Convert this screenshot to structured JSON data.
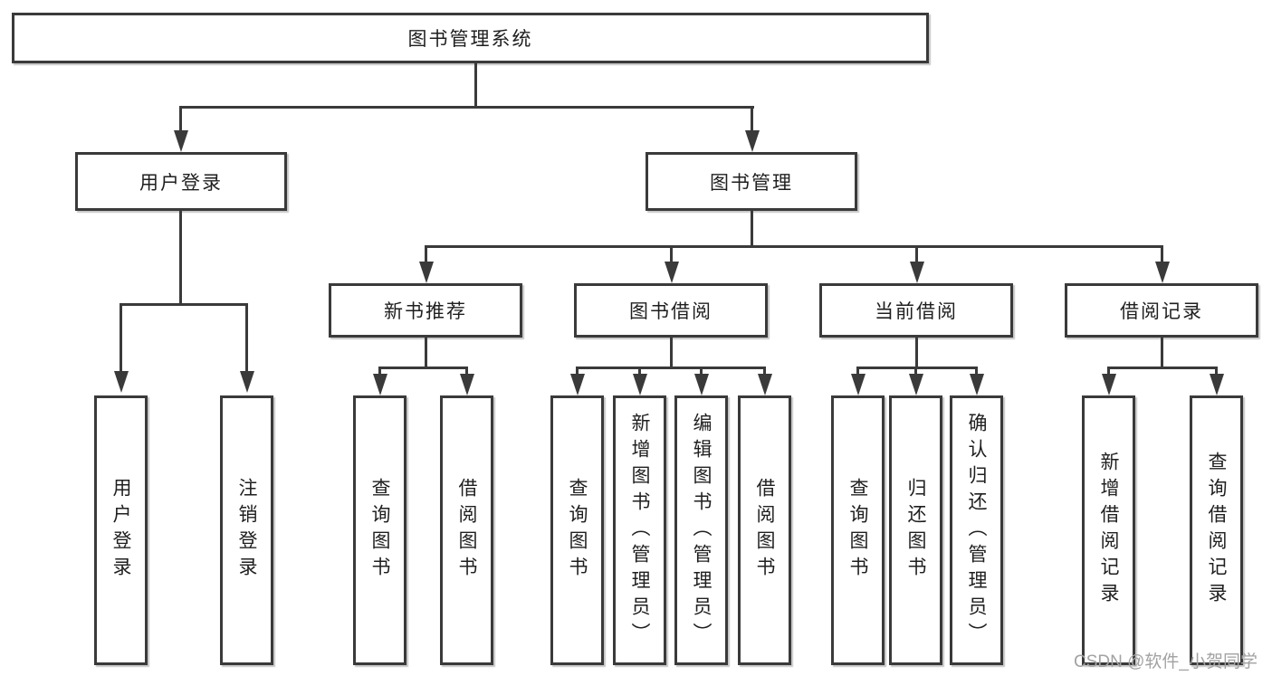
{
  "diagram": {
    "title": "图书管理系统",
    "branches": [
      {
        "label": "用户登录",
        "children": [
          "用户登录",
          "注销登录"
        ]
      },
      {
        "label": "图书管理",
        "modules": [
          {
            "label": "新书推荐",
            "children": [
              "查询图书",
              "借阅图书"
            ]
          },
          {
            "label": "图书借阅",
            "children": [
              "查询图书",
              "新增图书（管理员）",
              "编辑图书（管理员）",
              "借阅图书"
            ]
          },
          {
            "label": "当前借阅",
            "children": [
              "查询图书",
              "归还图书",
              "确认归还（管理员）"
            ]
          },
          {
            "label": "借阅记录",
            "children": [
              "新增借阅记录",
              "查询借阅记录"
            ]
          }
        ]
      }
    ]
  },
  "watermark": "CSDN @软件_小贺同学",
  "colors": {
    "line": "#3a3a3a",
    "text": "#1f1f1f",
    "watermark": "#a2a2a2",
    "background": "#ffffff"
  }
}
